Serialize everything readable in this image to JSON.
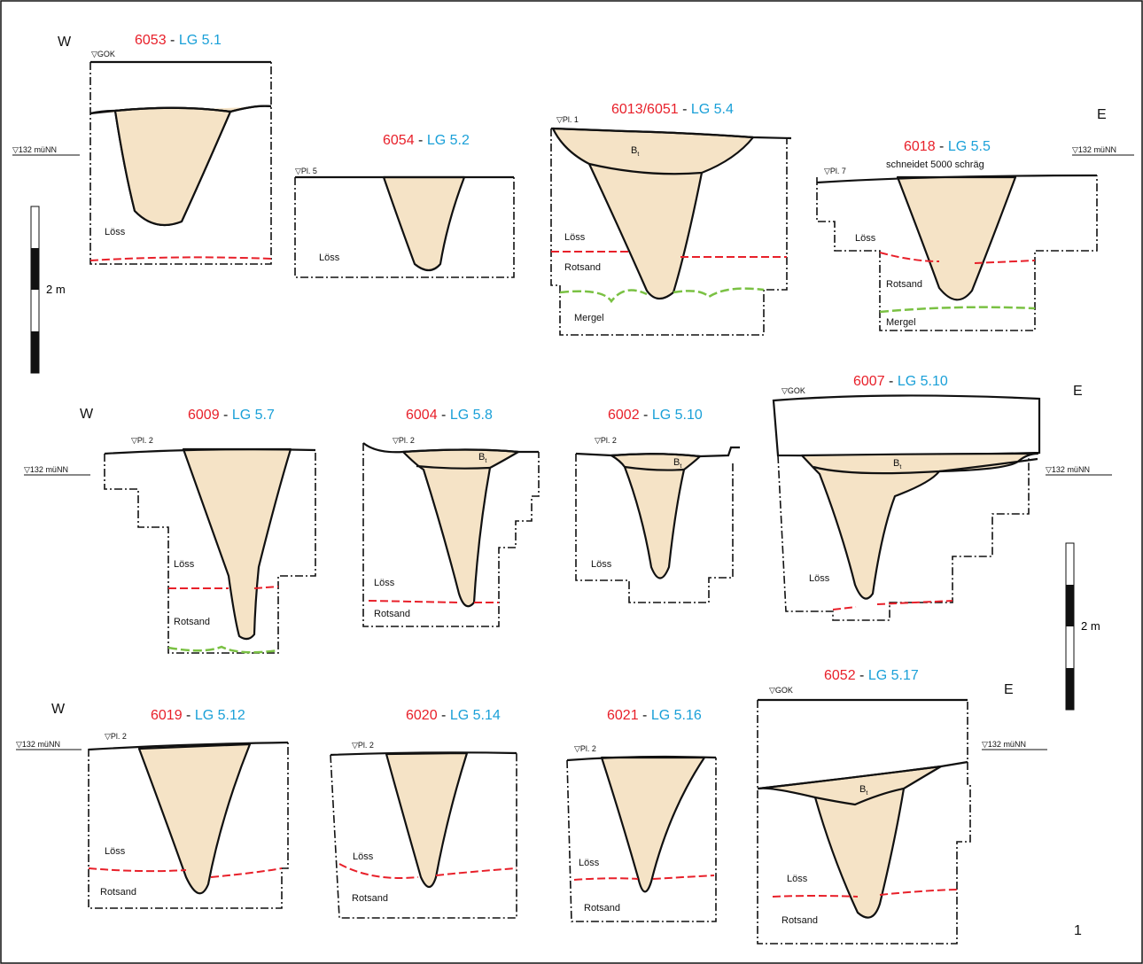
{
  "colors": {
    "red": "#e8202a",
    "blue": "#1aa0d8",
    "fill": "#f5e3c6",
    "green": "#7ac143",
    "ink": "#111111"
  },
  "directions": {
    "w1": "W",
    "e1": "E",
    "w2": "W",
    "e2": "E",
    "w3": "W",
    "e3": "E"
  },
  "height_labels": {
    "r1_left": "▽132 müNN",
    "r1_right": "▽132 müNN",
    "r2_left": "▽132 müNN",
    "r2_right": "▽132 müNN",
    "r3_left": "▽132 müNN",
    "r3_right": "▽132 müNN"
  },
  "scale": {
    "label_1": "2 m",
    "label_2": "2 m"
  },
  "figure_number": "1",
  "profiles": [
    {
      "id": "6053",
      "lg": "LG 5.1",
      "ref": "▽GOK",
      "layers": [
        "Löss"
      ]
    },
    {
      "id": "6054",
      "lg": "LG 5.2",
      "ref": "▽Pl. 5",
      "layers": [
        "Löss"
      ]
    },
    {
      "id": "6013/6051",
      "lg": "LG 5.4",
      "ref": "▽Pl. 1",
      "layers": [
        "Löss",
        "Rotsand",
        "Mergel"
      ],
      "horizon": "B",
      "horizon_sub": "t"
    },
    {
      "id": "6018",
      "lg": "LG 5.5",
      "ref": "▽Pl. 7",
      "note": "schneidet 5000 schräg",
      "layers": [
        "Löss",
        "Rotsand",
        "Mergel"
      ]
    },
    {
      "id": "6009",
      "lg": "LG 5.7",
      "ref": "▽Pl. 2",
      "layers": [
        "Löss",
        "Rotsand"
      ]
    },
    {
      "id": "6004",
      "lg": "LG 5.8",
      "ref": "▽Pl. 2",
      "layers": [
        "Löss",
        "Rotsand"
      ],
      "horizon": "B",
      "horizon_sub": "t"
    },
    {
      "id": "6002",
      "lg": "LG 5.10",
      "ref": "▽Pl. 2",
      "layers": [
        "Löss"
      ],
      "horizon": "B",
      "horizon_sub": "t"
    },
    {
      "id": "6007",
      "lg": "LG 5.10",
      "ref": "▽GOK",
      "layers": [
        "Löss"
      ],
      "horizon": "B",
      "horizon_sub": "t"
    },
    {
      "id": "6019",
      "lg": "LG 5.12",
      "ref": "▽Pl. 2",
      "layers": [
        "Löss",
        "Rotsand"
      ]
    },
    {
      "id": "6020",
      "lg": "LG 5.14",
      "ref": "▽Pl. 2",
      "layers": [
        "Löss",
        "Rotsand"
      ]
    },
    {
      "id": "6021",
      "lg": "LG 5.16",
      "ref": "▽Pl. 2",
      "layers": [
        "Löss",
        "Rotsand"
      ]
    },
    {
      "id": "6052",
      "lg": "LG 5.17",
      "ref": "▽GOK",
      "layers": [
        "Löss",
        "Rotsand"
      ],
      "horizon": "B",
      "horizon_sub": "t"
    }
  ]
}
